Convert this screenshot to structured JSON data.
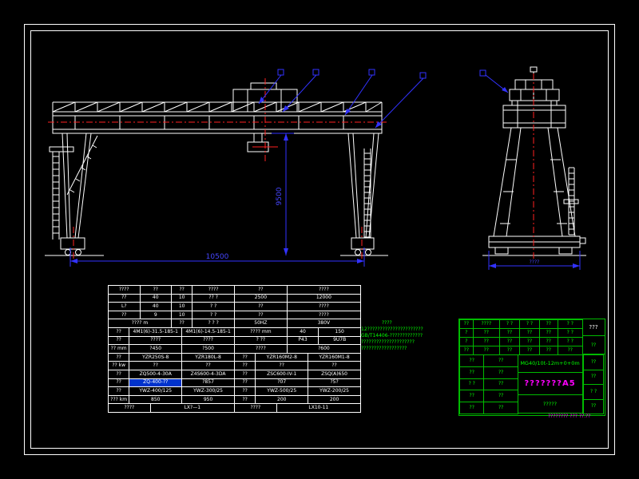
{
  "drawing": {
    "dims": {
      "front_span": "10500",
      "front_height": "9500",
      "side_base": "????"
    }
  },
  "spec_table": {
    "rows": [
      [
        [
          "????",
          3
        ],
        [
          "??",
          3
        ],
        [
          "??",
          2
        ],
        [
          "????",
          4
        ],
        [
          "??",
          5
        ],
        [
          "????",
          7
        ]
      ],
      [
        [
          "??",
          3
        ],
        [
          "40",
          3
        ],
        [
          "10",
          2
        ],
        [
          "?? ?",
          4
        ],
        [
          "2500",
          5
        ],
        [
          "12000",
          7
        ]
      ],
      [
        [
          "L?",
          3
        ],
        [
          "40",
          3
        ],
        [
          "10",
          2
        ],
        [
          "? ?",
          4
        ],
        [
          "??",
          5
        ],
        [
          "????",
          7
        ]
      ],
      [
        [
          "??",
          3
        ],
        [
          "9",
          3
        ],
        [
          "10",
          2
        ],
        [
          "? ?",
          4
        ],
        [
          "??",
          5
        ],
        [
          "????",
          7
        ]
      ],
      [
        [
          "???? m",
          6
        ],
        [
          "??",
          2
        ],
        [
          "? ? ?",
          4
        ],
        [
          "50HZ",
          5
        ],
        [
          "380V",
          7
        ]
      ],
      [
        [
          "??",
          2
        ],
        [
          "4M1(6)-31.5-185-1",
          5
        ],
        [
          "4M1(6)-14.5-185-1",
          5
        ],
        [
          "???? mm",
          5
        ],
        [
          "40",
          3
        ],
        [
          "150",
          4
        ]
      ],
      [
        [
          "??",
          2
        ],
        [
          "????",
          5
        ],
        [
          "????",
          5
        ],
        [
          "? ??",
          5
        ],
        [
          "P43",
          3
        ],
        [
          "9U7B",
          4
        ]
      ],
      [
        [
          "?? mm",
          2
        ],
        [
          "?450",
          5
        ],
        [
          "?500",
          5
        ],
        [
          "????",
          5
        ],
        [
          "?600",
          7
        ]
      ],
      [
        [
          "??",
          2
        ],
        [
          "YZR250S-8",
          5
        ],
        [
          "YZR180L-8",
          5
        ],
        [
          "??",
          2
        ],
        [
          "YZR160M2-8",
          5
        ],
        [
          "YZR160M1-8",
          5
        ]
      ],
      [
        [
          "?? kw",
          2
        ],
        [
          "??",
          5
        ],
        [
          "??",
          5
        ],
        [
          "??",
          2
        ],
        [
          "??",
          5
        ],
        [
          "??",
          5
        ]
      ],
      [
        [
          "??",
          2
        ],
        [
          "ZQ500-4-30A",
          5
        ],
        [
          "Z4S600-4-3DA",
          5
        ],
        [
          "??",
          2
        ],
        [
          "ZSC600-IV-1",
          5
        ],
        [
          "ZSQ(A)650",
          5
        ]
      ],
      [
        [
          "??",
          2
        ],
        [
          "ZQ-400-??",
          5,
          {
            "bg": "#0033cc",
            "fg": "#ffffff"
          }
        ],
        [
          "?857",
          5
        ],
        [
          "??",
          2
        ],
        [
          "?07",
          5
        ],
        [
          "?5?",
          5
        ]
      ],
      [
        [
          "??",
          2
        ],
        [
          "YWZ-400/125",
          5
        ],
        [
          "YWZ-300/25",
          5
        ],
        [
          "??",
          2
        ],
        [
          "YWZ-500/25",
          5
        ],
        [
          "YWZ-200/25",
          5
        ]
      ],
      [
        [
          "??? km",
          2
        ],
        [
          "850",
          5
        ],
        [
          "950",
          5
        ],
        [
          "??",
          2
        ],
        [
          "200",
          5
        ],
        [
          "200",
          5
        ]
      ],
      [
        [
          "????",
          4
        ],
        [
          "LX?—1",
          8
        ],
        [
          "????",
          4
        ],
        [
          "LX10-11",
          8
        ]
      ]
    ]
  },
  "notes": {
    "lines": [
      "????",
      "12??????????????????????",
      "GB/T14406-?????????????",
      "?????????????????????",
      "??????????????????"
    ]
  },
  "title_block": {
    "rev_rows": [
      [
        [
          "??",
          4
        ],
        [
          "????",
          8
        ],
        [
          "? ?",
          6
        ],
        [
          "? ?",
          6
        ]
      ],
      [
        [
          "?",
          4
        ],
        [
          "??",
          8
        ],
        [
          "??",
          6
        ],
        [
          "??",
          6
        ]
      ],
      [
        [
          "?",
          4
        ],
        [
          "??",
          8
        ],
        [
          "??",
          6
        ],
        [
          "??",
          6
        ]
      ],
      [
        [
          "??",
          4
        ],
        [
          "??",
          8
        ],
        [
          "??",
          6
        ],
        [
          "??",
          6
        ]
      ]
    ],
    "info_rows": [
      [
        [
          "??",
          10
        ],
        [
          "? ?",
          14
        ]
      ],
      [
        [
          "??",
          10
        ],
        [
          "? ?",
          14
        ]
      ],
      [
        [
          "??",
          10
        ],
        [
          "? ?",
          14
        ]
      ],
      [
        [
          "??",
          10
        ],
        [
          "??",
          14
        ]
      ]
    ],
    "left_rows": [
      [
        [
          "??",
          10
        ],
        [
          "??",
          14
        ]
      ],
      [
        [
          "??",
          10
        ],
        [
          "??",
          14
        ]
      ],
      [
        [
          "? ?",
          10
        ],
        [
          "??",
          14
        ]
      ],
      [
        [
          "??",
          10
        ],
        [
          "??",
          14
        ]
      ],
      [
        [
          "??",
          10
        ],
        [
          "??",
          14
        ]
      ]
    ],
    "right_rows": [
      [
        [
          "??",
          24
        ]
      ],
      [
        [
          "??",
          24
        ]
      ],
      [
        [
          "? ?",
          24
        ]
      ],
      [
        [
          "??",
          24
        ]
      ]
    ],
    "sheet_no": "???",
    "sheet_sub": "??",
    "model": "MG40/10t-12m+0+0m",
    "title": "???????A5",
    "org": "?????"
  },
  "footer": {
    "stamp": "???????? ??? ??.??"
  },
  "colors": {
    "line_white": "#ffffff",
    "dim_blue": "#3232ff",
    "centerline_red": "#ff2020",
    "table_green": "#00ff00",
    "title_magenta": "#ff00ff"
  }
}
